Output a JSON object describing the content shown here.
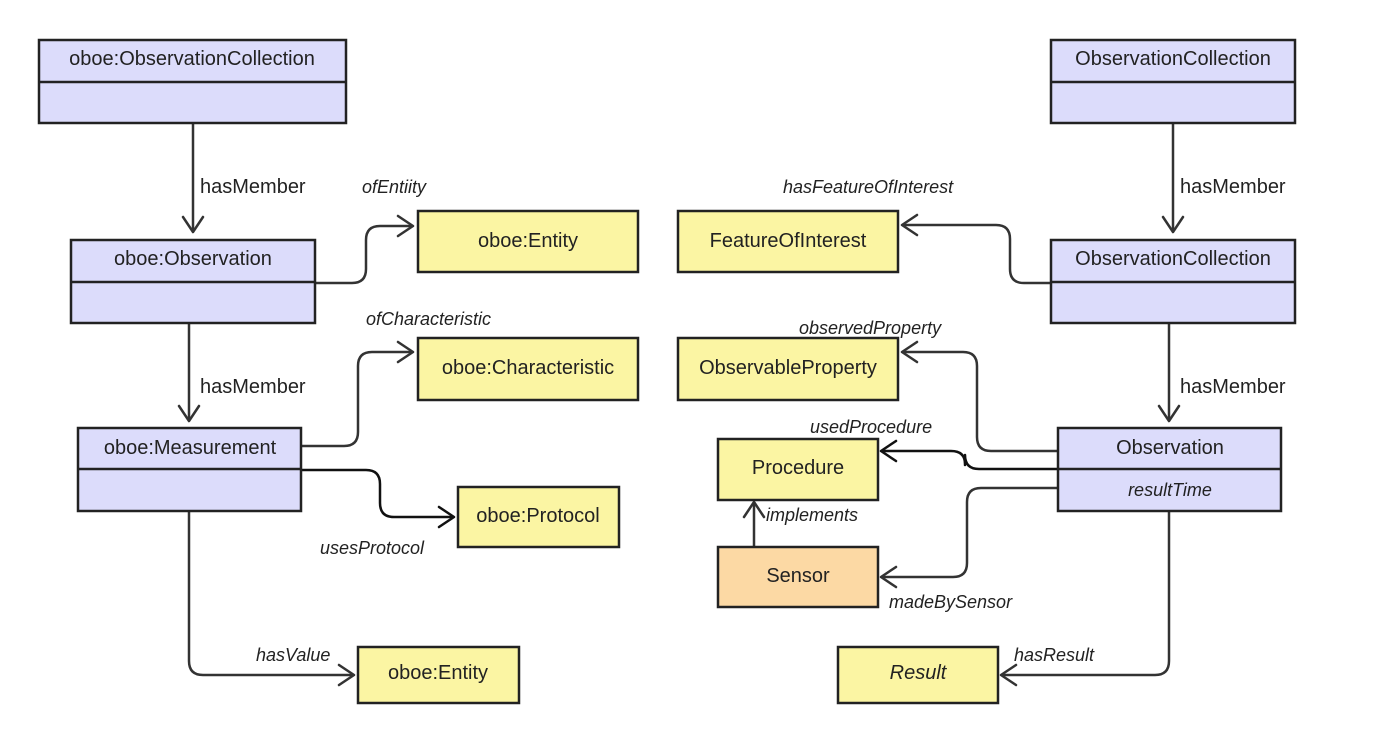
{
  "colors": {
    "class_fill": "#dcdcfb",
    "concept_fill": "#fbf5a3",
    "sensor_fill": "#fcd9a4",
    "border": "#222222",
    "edge": "#333333",
    "edge_bold": "#111111"
  },
  "left": {
    "collection": {
      "title": "oboe:ObservationCollection"
    },
    "observation": {
      "title": "oboe:Observation"
    },
    "measurement": {
      "title": "oboe:Measurement"
    },
    "entity_top": {
      "label": "oboe:Entity"
    },
    "characteristic": {
      "label": "oboe:Characteristic"
    },
    "protocol": {
      "label": "oboe:Protocol"
    },
    "entity_bottom": {
      "label": "oboe:Entity"
    },
    "edges": {
      "has_member_1": "hasMember",
      "has_member_2": "hasMember",
      "of_entity": "ofEntiity",
      "of_characteristic": "ofCharacteristic",
      "uses_protocol": "usesProtocol",
      "has_value": "hasValue"
    }
  },
  "right": {
    "collection_top": {
      "title": "ObservationCollection"
    },
    "collection_mid": {
      "title": "ObservationCollection"
    },
    "observation": {
      "title": "Observation",
      "attribute": "resultTime"
    },
    "feature_of_interest": {
      "label": "FeatureOfInterest"
    },
    "observable_property": {
      "label": "ObservableProperty"
    },
    "procedure": {
      "label": "Procedure"
    },
    "sensor": {
      "label": "Sensor"
    },
    "result": {
      "label": "Result"
    },
    "edges": {
      "has_member_1": "hasMember",
      "has_member_2": "hasMember",
      "has_feature_of_interest": "hasFeatureOfInterest",
      "observed_property": "observedProperty",
      "used_procedure": "usedProcedure",
      "implements": "implements",
      "made_by_sensor": "madeBySensor",
      "has_result": "hasResult"
    }
  }
}
